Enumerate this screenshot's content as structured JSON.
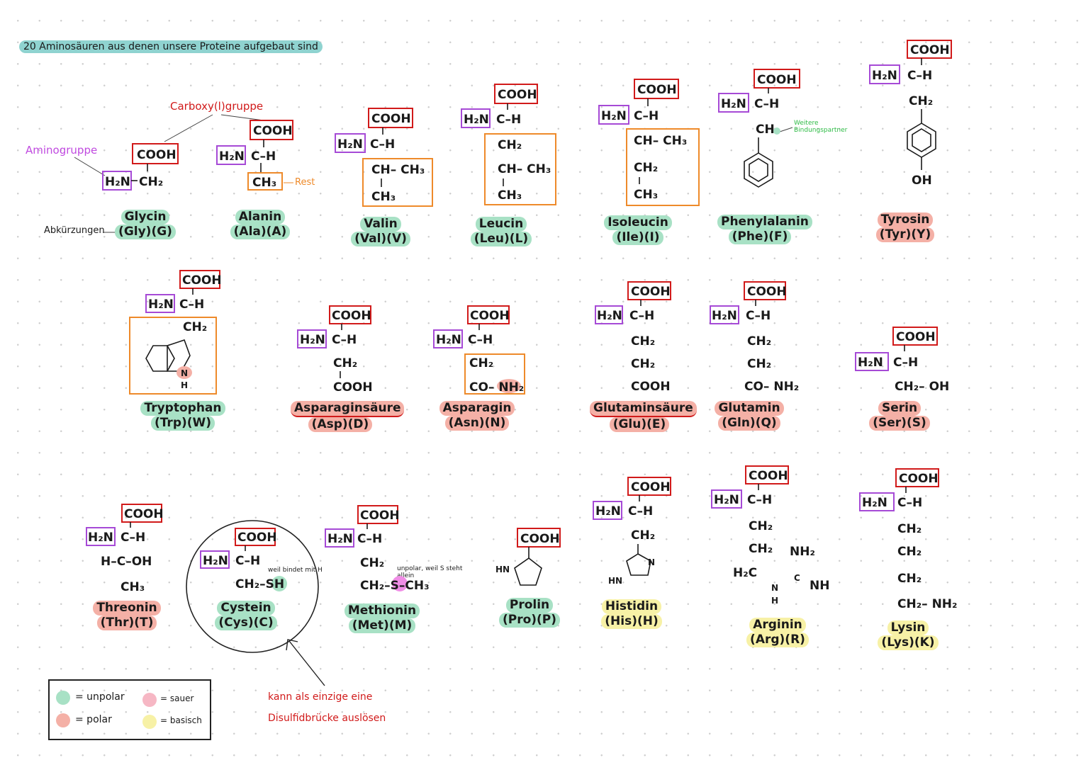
{
  "title": "20 Aminosäuren aus denen unsere Proteine aufgebaut sind",
  "labels": {
    "aminogruppe": "Aminogruppe",
    "carboxylgruppe": "Carboxy(l)gruppe",
    "rest": "Rest",
    "abkuerzungen": "Abkürzungen",
    "weitere": "Weitere Bindungspartner",
    "cystein_note": "weil bindet mit H",
    "methionin_note": "unpolar, weil S steht allein",
    "disulfid_line1": "kann als einzige eine",
    "disulfid_line2": "Disulfidbrücke auslösen"
  },
  "formula": {
    "cooh": "COOH",
    "h2n": "H₂N",
    "ch": "C–H",
    "ch2": "CH₂",
    "ch3": "CH₃",
    "cooh2": "COOH",
    "ch_ch3": "CH– CH₃",
    "conh2": "CO– NH₂",
    "ch2oh": "CH₂– OH",
    "hcoh": "H–C–OH",
    "ch2sh": "CH₂–SH",
    "ch2sch3": "CH₂–S–CH₃",
    "ch2nh2": "CH₂– NH₂",
    "oh": "OH",
    "nh": "NH",
    "nh2": "NH₂",
    "h2c": "H₂C",
    "n": "N",
    "h": "H",
    "c": "C",
    "hn": "HN",
    "ch2h": "CH₂"
  },
  "amino_acids": [
    {
      "name": "Glycin",
      "abbr": "(Gly)(G)",
      "class": "unpolar"
    },
    {
      "name": "Alanin",
      "abbr": "(Ala)(A)",
      "class": "unpolar"
    },
    {
      "name": "Valin",
      "abbr": "(Val)(V)",
      "class": "unpolar"
    },
    {
      "name": "Leucin",
      "abbr": "(Leu)(L)",
      "class": "unpolar"
    },
    {
      "name": "Isoleucin",
      "abbr": "(Ile)(I)",
      "class": "unpolar"
    },
    {
      "name": "Phenylalanin",
      "abbr": "(Phe)(F)",
      "class": "unpolar"
    },
    {
      "name": "Tyrosin",
      "abbr": "(Tyr)(Y)",
      "class": "polar"
    },
    {
      "name": "Tryptophan",
      "abbr": "(Trp)(W)",
      "class": "unpolar"
    },
    {
      "name": "Asparaginsäure",
      "abbr": "(Asp)(D)",
      "class": "sauer"
    },
    {
      "name": "Asparagin",
      "abbr": "(Asn)(N)",
      "class": "polar"
    },
    {
      "name": "Glutaminsäure",
      "abbr": "(Glu)(E)",
      "class": "sauer"
    },
    {
      "name": "Glutamin",
      "abbr": "(Gln)(Q)",
      "class": "polar"
    },
    {
      "name": "Serin",
      "abbr": "(Ser)(S)",
      "class": "polar"
    },
    {
      "name": "Threonin",
      "abbr": "(Thr)(T)",
      "class": "polar"
    },
    {
      "name": "Cystein",
      "abbr": "(Cys)(C)",
      "class": "unpolar"
    },
    {
      "name": "Methionin",
      "abbr": "(Met)(M)",
      "class": "unpolar"
    },
    {
      "name": "Prolin",
      "abbr": "(Pro)(P)",
      "class": "unpolar"
    },
    {
      "name": "Histidin",
      "abbr": "(His)(H)",
      "class": "basisch"
    },
    {
      "name": "Arginin",
      "abbr": "(Arg)(R)",
      "class": "basisch"
    },
    {
      "name": "Lysin",
      "abbr": "(Lys)(K)",
      "class": "basisch"
    }
  ],
  "legend": {
    "unpolar": "= unpolar",
    "polar": "= polar",
    "sauer": "= sauer",
    "basisch": "= basisch"
  },
  "colors": {
    "unpolar": "#a8e1c5",
    "polar": "#f4b0a6",
    "sauer": "#f6b7c4",
    "basisch": "#f7f1a6",
    "cooh_box": "#d11a1a",
    "amino_box": "#a64ad6",
    "rest_box": "#ee8a2a"
  }
}
